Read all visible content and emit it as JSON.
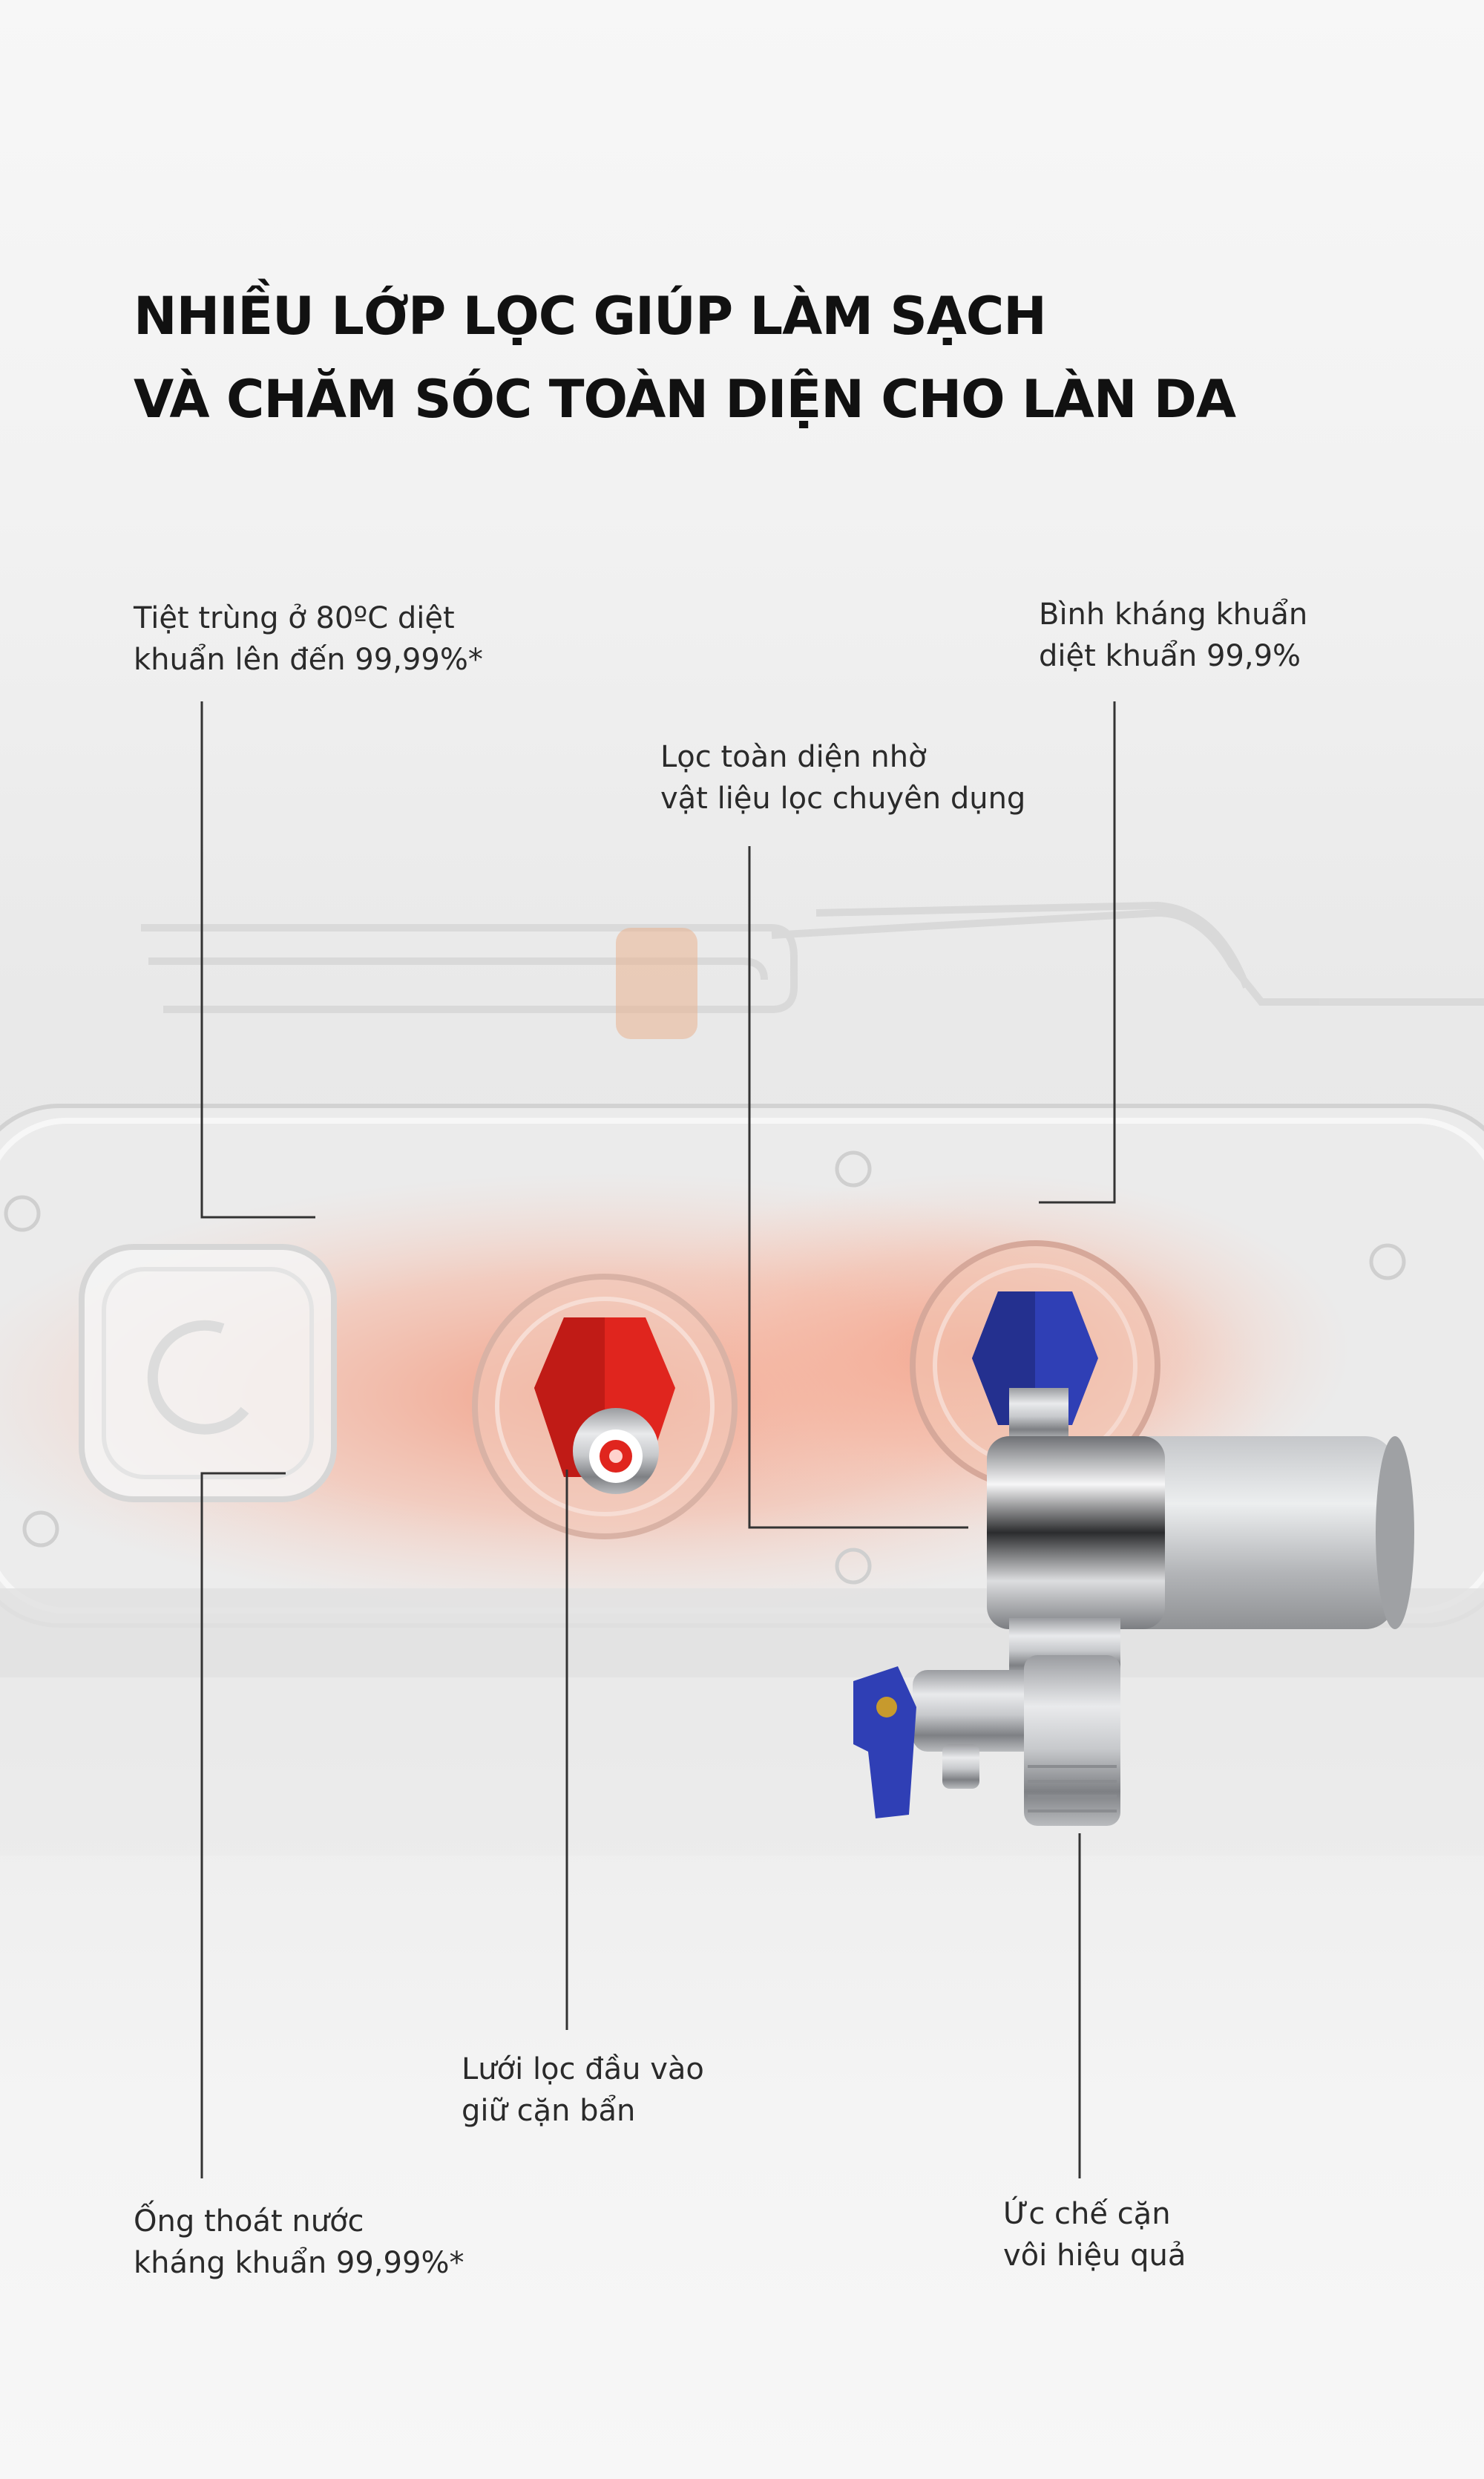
{
  "headline": {
    "line1": "NHIỀU LỚP LỌC GIÚP LÀM SẠCH",
    "line2": "VÀ CHĂM SÓC TOÀN DIỆN CHO LÀN DA"
  },
  "callouts": {
    "sterilize": {
      "line1": "Tiệt trùng ở 80ºC diệt",
      "line2": "khuẩn lên đến 99,99%*"
    },
    "antibacterial_tank": {
      "line1": "Bình kháng khuẩn",
      "line2": "diệt khuẩn 99,9%"
    },
    "full_filter": {
      "line1": "Lọc toàn diện nhờ",
      "line2": "vật liệu lọc chuyên dụng"
    },
    "inlet_mesh": {
      "line1": "Lưới lọc đầu vào",
      "line2": "giữ cặn bẩn"
    },
    "drain_pipe": {
      "line1": "Ống thoát nước",
      "line2": "kháng khuẩn 99,99%*"
    },
    "scale_inhibitor": {
      "line1": "Ức chế cặn",
      "line2": "vôi hiệu quả"
    }
  },
  "colors": {
    "hot_valve": "#e0251e",
    "cold_valve": "#2f3fb5",
    "leader_line": "#333333",
    "glow": "#f4a38a"
  }
}
